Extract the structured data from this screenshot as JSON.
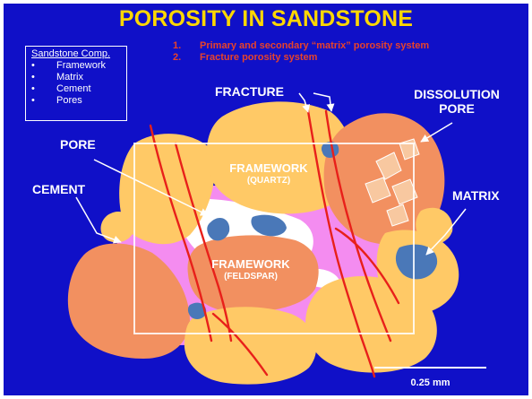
{
  "title": "POROSITY IN SANDSTONE",
  "legend": {
    "heading": "Sandstone Comp.",
    "items": [
      "Framework",
      "Matrix",
      "Cement",
      "Pores"
    ]
  },
  "porosity_systems": [
    {
      "number": "1.",
      "text": "Primary and secondary “matrix” porosity system"
    },
    {
      "number": "2.",
      "text": "Fracture porosity system"
    }
  ],
  "labels": {
    "fracture": "FRACTURE",
    "dissolution_line1": "DISSOLUTION",
    "dissolution_line2": "PORE",
    "pore": "PORE",
    "cement": "CEMENT",
    "matrix": "MATRIX",
    "framework_quartz_a": "FRAMEWORK",
    "framework_quartz_b": "(QUARTZ)",
    "framework_feldspar_a": "FRAMEWORK",
    "framework_feldspar_b": "(FELDSPAR)"
  },
  "scale_bar": "0.25 mm",
  "colors": {
    "background": "#1010C8",
    "title": "#FFD700",
    "quartz_grain": "#FFC966",
    "feldspar_grain": "#F29060",
    "cement": "#F48CF0",
    "pore": "#4A78B8",
    "fracture": "#E8201A",
    "system_text": "#E8432A"
  }
}
